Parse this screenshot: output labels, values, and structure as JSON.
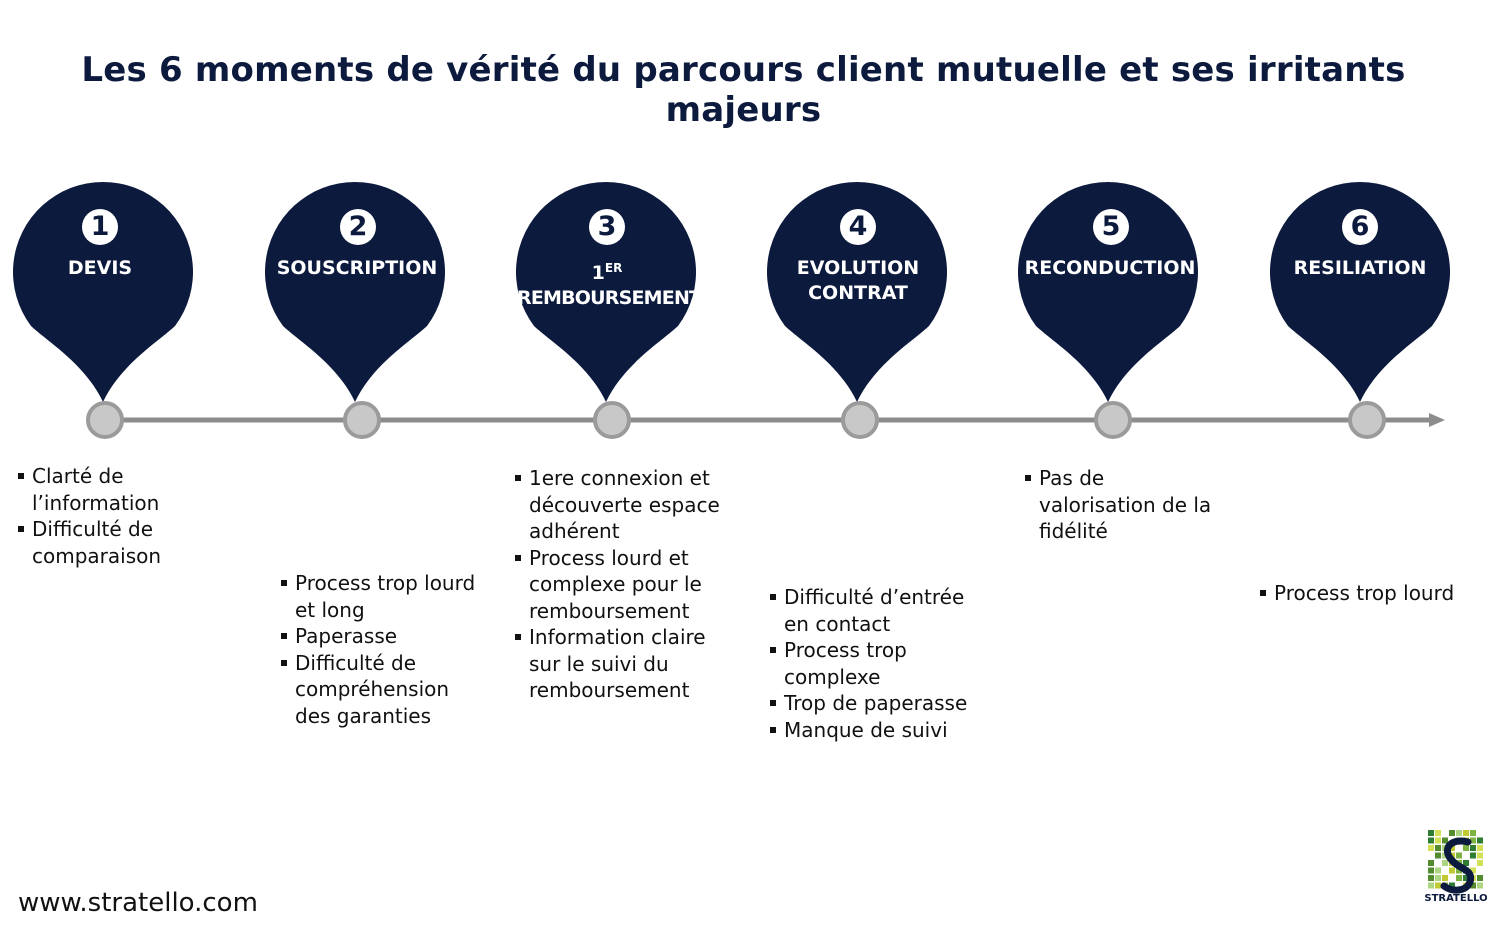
{
  "title": "Les 6 moments de vérité du parcours client mutuelle et ses irritants majeurs",
  "footer": {
    "website": "www.stratello.com",
    "logo_text": "STRATELLO"
  },
  "colors": {
    "pin": "#0c1a3d",
    "node_fill": "#c8c8c8",
    "node_stroke": "#9b9b9b",
    "line": "#8c8c8c"
  },
  "moments": [
    {
      "number": "1",
      "label_lines": [
        "DEVIS"
      ],
      "irritants": [
        "Clarté de l’information",
        "Difficulté de comparaison"
      ]
    },
    {
      "number": "2",
      "label_lines": [
        "SOUSCRIPTION"
      ],
      "irritants": [
        "Process trop lourd et long",
        "Paperasse",
        "Difficulté de compréhension des garanties"
      ]
    },
    {
      "number": "3",
      "label_main": "1",
      "label_sup": "ER",
      "label_lines": [
        "REMBOURSEMENT"
      ],
      "irritants": [
        "1ere connexion et découverte espace adhérent",
        "Process lourd et complexe pour le remboursement",
        "Information claire sur le suivi du remboursement"
      ]
    },
    {
      "number": "4",
      "label_lines": [
        "EVOLUTION",
        "CONTRAT"
      ],
      "irritants": [
        "Difficulté d’entrée en contact",
        "Process trop complexe",
        "Trop de paperasse",
        "Manque de suivi"
      ]
    },
    {
      "number": "5",
      "label_lines": [
        "RECONDUCTION"
      ],
      "irritants": [
        "Pas de valorisation de la fidélité"
      ]
    },
    {
      "number": "6",
      "label_lines": [
        "RESILIATION"
      ],
      "irritants": [
        "Process trop lourd"
      ]
    }
  ]
}
